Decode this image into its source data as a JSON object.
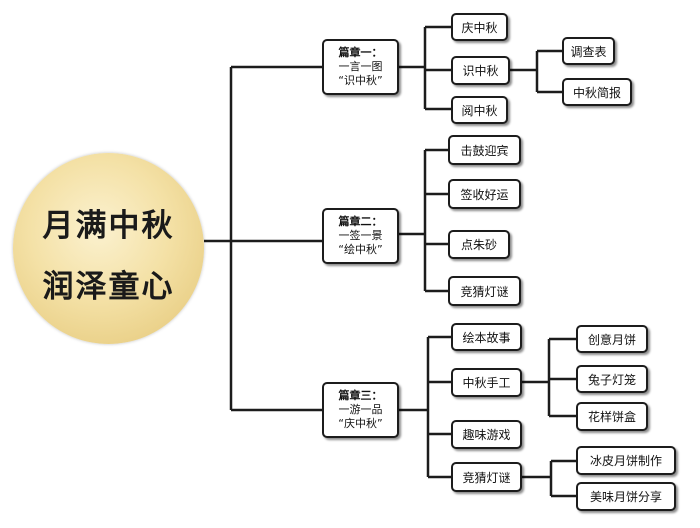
{
  "center": {
    "line1": "月满中秋",
    "line2": "润泽童心"
  },
  "chapters": [
    {
      "title": "篇章一：",
      "sub": "一言一图",
      "theme": "“识中秋”"
    },
    {
      "title": "篇章二：",
      "sub": "一签一景",
      "theme": "“绘中秋”"
    },
    {
      "title": "篇章三：",
      "sub": "一游一品",
      "theme": "“庆中秋”"
    }
  ],
  "ch1": {
    "items": [
      "庆中秋",
      "识中秋",
      "阅中秋"
    ],
    "sub": [
      "调查表",
      "中秋简报"
    ]
  },
  "ch2": {
    "items": [
      "击鼓迎宾",
      "签收好运",
      "点朱砂",
      "竞猜灯谜"
    ]
  },
  "ch3": {
    "items": [
      "绘本故事",
      "中秋手工",
      "趣味游戏",
      "竞猜灯谜"
    ],
    "craft": [
      "创意月饼",
      "兔子灯笼",
      "花样饼盒"
    ],
    "riddle": [
      "冰皮月饼制作",
      "美味月饼分享"
    ]
  }
}
